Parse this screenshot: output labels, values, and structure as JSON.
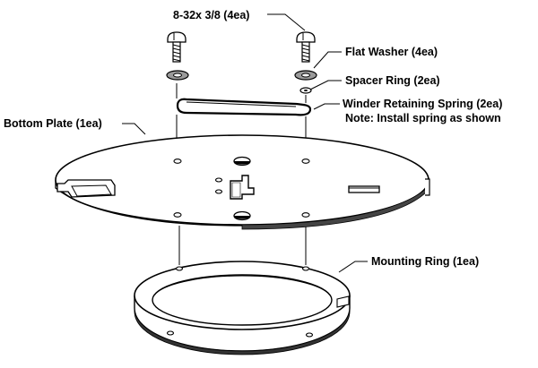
{
  "labels": {
    "screw": "8-32x 3/8 (4ea)",
    "washer": "Flat Washer (4ea)",
    "spacer": "Spacer Ring (2ea)",
    "spring": "Winder Retaining Spring (2ea)",
    "spring_note": "Note: Install spring as shown",
    "plate": "Bottom Plate (1ea)",
    "ring": "Mounting Ring (1ea)"
  }
}
